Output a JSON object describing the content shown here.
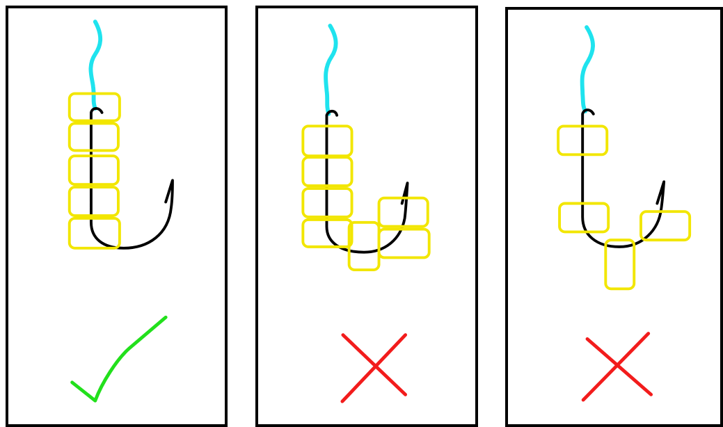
{
  "colors": {
    "background": "#ffffff",
    "frame": "#000000",
    "hook": "#000000",
    "line": "#1fe3ee",
    "bait_box": "#f2e600",
    "correct_mark": "#22e01c",
    "wrong_mark": "#f21c1c"
  },
  "panels": [
    {
      "verdict": "correct",
      "mark_icon": "checkmark-icon",
      "bait_pieces": 5
    },
    {
      "verdict": "incorrect",
      "mark_icon": "cross-icon",
      "bait_pieces": 7
    },
    {
      "verdict": "incorrect",
      "mark_icon": "cross-icon",
      "bait_pieces": 4
    }
  ]
}
